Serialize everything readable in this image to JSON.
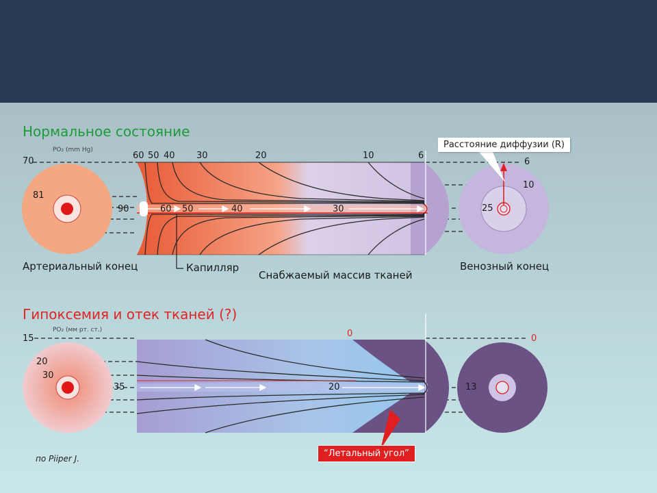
{
  "panel_normal": {
    "title": "Нормальное состояние",
    "unit_label": "PO₂ (mm Hg)",
    "outer_value": "70",
    "arterial_values": [
      "81",
      "90"
    ],
    "top_isolines": [
      "60",
      "50",
      "40",
      "30",
      "20",
      "10",
      "6"
    ],
    "capillary_values": [
      "60",
      "50",
      "40",
      "30"
    ],
    "venous_values": [
      "6",
      "10",
      "25"
    ],
    "callout": "Расстояние диффузии (R)",
    "label_arterial": "Артериальный конец",
    "label_capillary": "Капилляр",
    "label_tissue": "Снабжаемый массив тканей",
    "label_venous": "Венозный конец"
  },
  "panel_hypoxemia": {
    "title": "Гипоксемия и отек тканей (?)",
    "unit_label": "PO₂ (мм рт. ст.)",
    "outer_value": "15",
    "arterial_values": [
      "20",
      "30",
      "35"
    ],
    "top_isoline": "0",
    "capillary_value": "20",
    "venous_values": [
      "0",
      "13"
    ],
    "warning": "“Летальный угол”"
  },
  "source": "по Piiper J.",
  "colors": {
    "header": "#273a52",
    "title_normal": "#1e9a3c",
    "title_hypoxemia": "#e02424",
    "arterial": "#f4a882",
    "venous": "#c4b6dc",
    "lethal": "#6b5285"
  }
}
